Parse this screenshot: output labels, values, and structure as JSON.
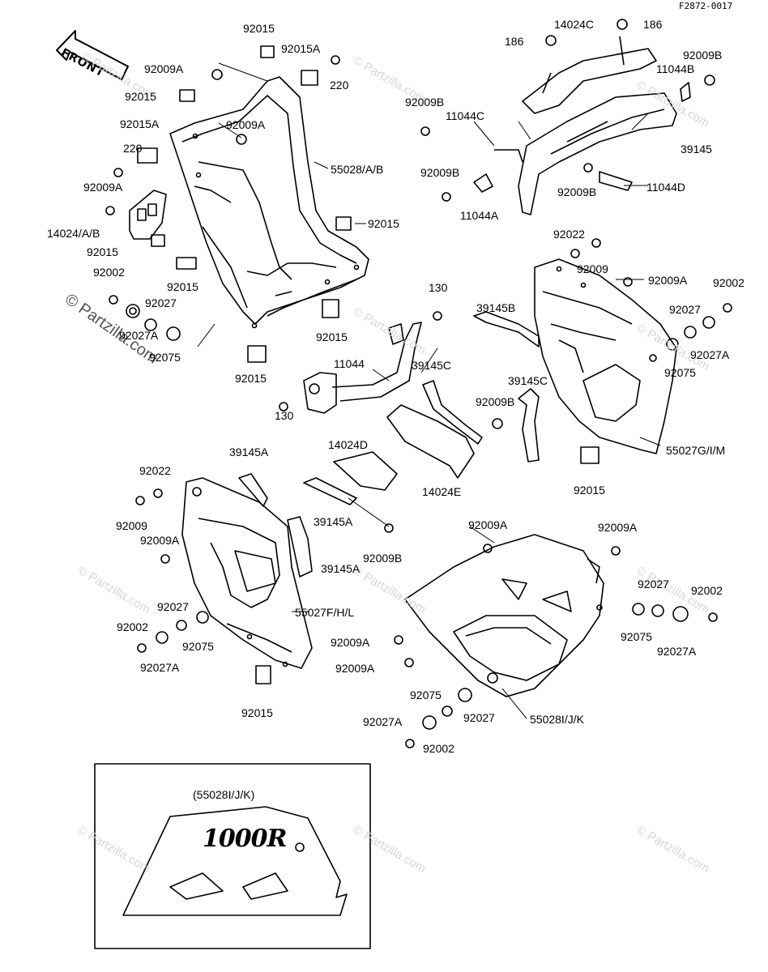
{
  "figure_code": "F2872-0017",
  "front_label": "FRONT",
  "watermark": "© Partzilla.com",
  "inset_title": "(55028I/J/K)",
  "inset_logo": "1000R",
  "callouts": [
    "92015",
    "92015A",
    "92009A",
    "220",
    "92015",
    "92015A",
    "92009A",
    "220",
    "92009A",
    "14024/A/B",
    "92015",
    "92002",
    "92027",
    "92027A",
    "92075",
    "92015",
    "55028/A/B",
    "92015",
    "92015",
    "92015",
    "186",
    "14024C",
    "186",
    "92009B",
    "11044B",
    "92009B",
    "11044C",
    "39145",
    "92009B",
    "11044A",
    "92009B",
    "11044D",
    "92022",
    "92009",
    "92009A",
    "92002",
    "92027",
    "92027A",
    "92075",
    "39145B",
    "55027G/I/M",
    "39145C",
    "92015",
    "130",
    "11044",
    "39145C",
    "130",
    "92009B",
    "14024D",
    "14024E",
    "39145A",
    "39145A",
    "92009B",
    "92022",
    "92009",
    "92009A",
    "39145A",
    "55027F/H/L",
    "92027",
    "92002",
    "92075",
    "92027A",
    "92015",
    "92009A",
    "92009A",
    "92009A",
    "92009A",
    "92027",
    "92002",
    "92075",
    "92027A",
    "92075",
    "92027",
    "92027A",
    "92002",
    "55028I/J/K"
  ]
}
